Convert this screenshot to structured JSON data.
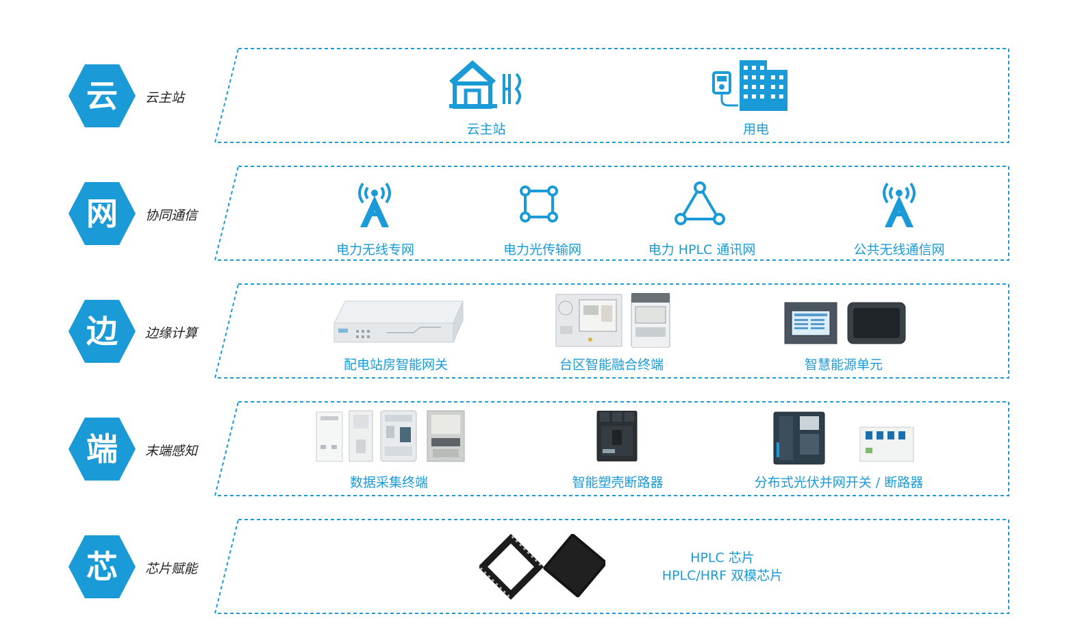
{
  "colors": {
    "accent": "#1a9ad6",
    "hex": "#1a9ad6",
    "label": "#222222"
  },
  "layers": [
    {
      "char": "云",
      "name": "云主站",
      "items": [
        {
          "label": "云主站",
          "icon": "house-icon"
        },
        {
          "label": "用电",
          "icon": "building-meter-icon"
        }
      ]
    },
    {
      "char": "网",
      "name": "协同通信",
      "items": [
        {
          "label": "电力无线专网",
          "icon": "signal-tower-icon"
        },
        {
          "label": "电力光传输网",
          "icon": "network-square-icon"
        },
        {
          "label": "电力 HPLC 通讯网",
          "icon": "network-triangle-icon"
        },
        {
          "label": "公共无线通信网",
          "icon": "signal-tower-icon"
        }
      ]
    },
    {
      "char": "边",
      "name": "边缘计算",
      "items": [
        {
          "label": "配电站房智能网关",
          "icon": "rack-gateway-image"
        },
        {
          "label": "台区智能融合终端",
          "icon": "fusion-terminal-image"
        },
        {
          "label": "智慧能源单元",
          "icon": "energy-unit-image"
        }
      ]
    },
    {
      "char": "端",
      "name": "末端感知",
      "items": [
        {
          "label": "数据采集终端",
          "icon": "data-terminal-image"
        },
        {
          "label": "智能塑壳断路器",
          "icon": "breaker-image"
        },
        {
          "label": "分布式光伏并网开关 / 断路器",
          "icon": "pv-switch-image"
        }
      ]
    },
    {
      "char": "芯",
      "name": "芯片赋能",
      "chip_lines": [
        "HPLC 芯片",
        "HPLC/HRF 双模芯片"
      ]
    }
  ]
}
